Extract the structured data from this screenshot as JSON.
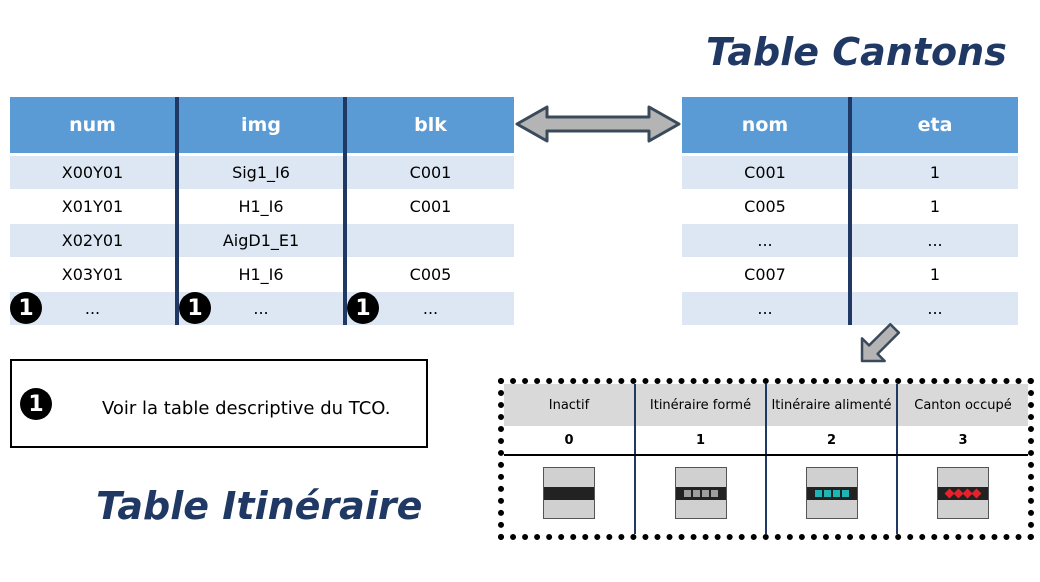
{
  "titles": {
    "cantons": "Table Cantons",
    "itineraire": "Table Itinéraire"
  },
  "itineraire_table": {
    "headers": [
      "num",
      "img",
      "blk"
    ],
    "rows": [
      [
        "X00Y01",
        "Sig1_I6",
        "C001"
      ],
      [
        "X01Y01",
        "H1_I6",
        "C001"
      ],
      [
        "X02Y01",
        "AigD1_E1",
        ""
      ],
      [
        "X03Y01",
        "H1_I6",
        "C005"
      ],
      [
        "...",
        "...",
        "..."
      ]
    ],
    "badge": "1"
  },
  "cantons_table": {
    "headers": [
      "nom",
      "eta"
    ],
    "rows": [
      [
        "C001",
        "1"
      ],
      [
        "C005",
        "1"
      ],
      [
        "...",
        "..."
      ],
      [
        "C007",
        "1"
      ],
      [
        "...",
        "..."
      ]
    ]
  },
  "note": {
    "badge": "1",
    "text": "Voir la table descriptive du TCO."
  },
  "legend": {
    "states": [
      {
        "label": "Inactif",
        "code": "0",
        "fill": "#222222",
        "marker": "none"
      },
      {
        "label": "Itinéraire formé",
        "code": "1",
        "fill": "#9e9e9e",
        "marker": "square"
      },
      {
        "label": "Itinéraire alimenté",
        "code": "2",
        "fill": "#1fb5b5",
        "marker": "square"
      },
      {
        "label": "Canton occupé",
        "code": "3",
        "fill": "#e8202a",
        "marker": "diamond"
      }
    ]
  },
  "colors": {
    "header_blue": "#5b9bd5",
    "title_navy": "#1f3864",
    "row_light": "#dde7f3",
    "arrow_gray": "#8c8c8c"
  }
}
